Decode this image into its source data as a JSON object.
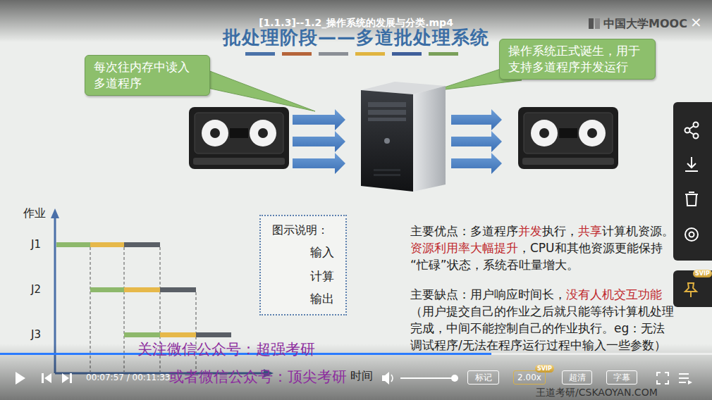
{
  "diagram": {
    "title": "批处理阶段——多道批处理系统",
    "nodes": [
      {
        "text": [
          "每次往内存中读入多道程序"
        ]
      },
      {
        "text": [
          "操作系统正式诞生，用于支持多道程序并发运行"
        ]
      },
      {
        "text": [
          "图示说明："
        ]
      },
      {
        "text": [
          "标记"
        ]
      },
      {
        "text": [
          "2.00x"
        ]
      },
      {
        "text": [
          "超清"
        ]
      },
      {
        "text": [
          "字幕"
        ]
      }
    ],
    "labels": [
      "[1.1.3]--1.2_操作系统的发展与分类.mp4",
      "中国大学MOOC",
      "×",
      "作业",
      "J1",
      "J2",
      "J3",
      "时间",
      "主要优点：多道程序",
      "并发",
      "执行，",
      "共享",
      "计算机资源。",
      "资源利用率大幅提升",
      "，CPU和其他资源更能保持“忙碌”状态，系统吞吐量增大。",
      "主要缺点：用户响应时间长，",
      "没有人机交互功能",
      "（用户提交自己的作业之后就只能等待计算机处理完成，中间不能控制自己的作业执行。eg：无法调试程序/无法在程序运行过程中输入一些参数）",
      "关注微信公众号：超强考研",
      "或者微信公众号：顶尖考研",
      "00:07:57 / 00:11:33",
      "SVIP",
      "SVIP",
      "王道考研/CSKAOYAN.COM"
    ],
    "legend": [
      {
        "text": "输入",
        "color": "#8db86b"
      },
      {
        "text": "计算",
        "color": "#e6b84a"
      },
      {
        "text": "输出",
        "color": "#5a5f66"
      }
    ]
  }
}
